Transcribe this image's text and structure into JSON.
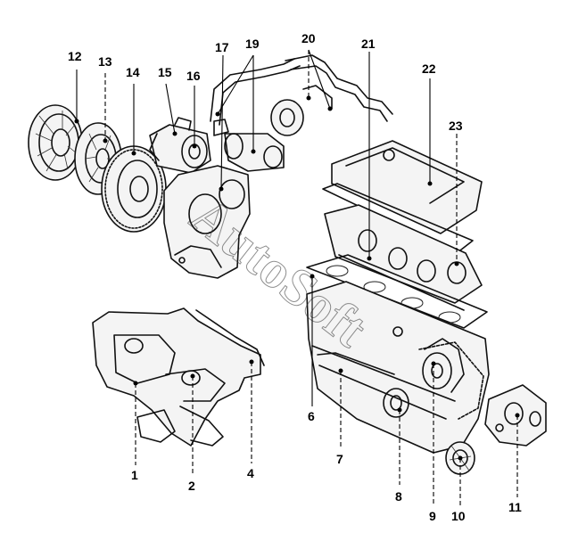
{
  "watermark": "AutoSoft",
  "callouts": [
    {
      "id": "1",
      "label": "1"
    },
    {
      "id": "2",
      "label": "2"
    },
    {
      "id": "4",
      "label": "4"
    },
    {
      "id": "6",
      "label": "6"
    },
    {
      "id": "7",
      "label": "7"
    },
    {
      "id": "8",
      "label": "8"
    },
    {
      "id": "9",
      "label": "9"
    },
    {
      "id": "10",
      "label": "10"
    },
    {
      "id": "11",
      "label": "11"
    },
    {
      "id": "12",
      "label": "12"
    },
    {
      "id": "13",
      "label": "13"
    },
    {
      "id": "14",
      "label": "14"
    },
    {
      "id": "15",
      "label": "15"
    },
    {
      "id": "16",
      "label": "16"
    },
    {
      "id": "17",
      "label": "17"
    },
    {
      "id": "19",
      "label": "19"
    },
    {
      "id": "20",
      "label": "20"
    },
    {
      "id": "21",
      "label": "21"
    },
    {
      "id": "22",
      "label": "22"
    },
    {
      "id": "23",
      "label": "23"
    }
  ]
}
